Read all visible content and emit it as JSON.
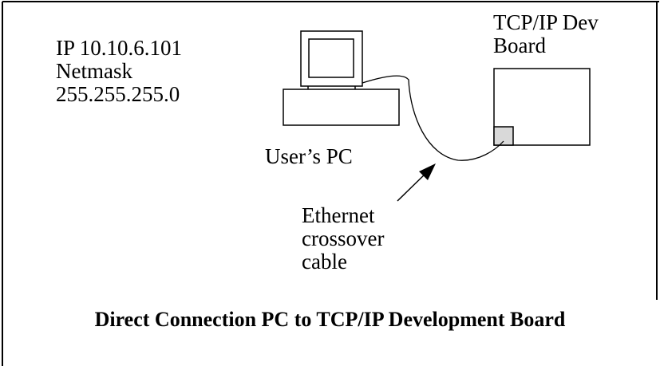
{
  "pc_settings": {
    "ip_line": "IP 10.10.6.101",
    "netmask_label": "Netmask",
    "netmask_value": "255.255.255.0"
  },
  "board": {
    "label_line1": "TCP/IP Dev",
    "label_line2": "Board"
  },
  "pc": {
    "label": "User’s PC"
  },
  "cable": {
    "line1": "Ethernet",
    "line2": "crossover",
    "line3": "cable"
  },
  "caption": "Direct Connection PC to TCP/IP Development Board",
  "colors": {
    "line": "#000000",
    "background": "#ffffff",
    "port_fill": "#d9d9d9"
  }
}
